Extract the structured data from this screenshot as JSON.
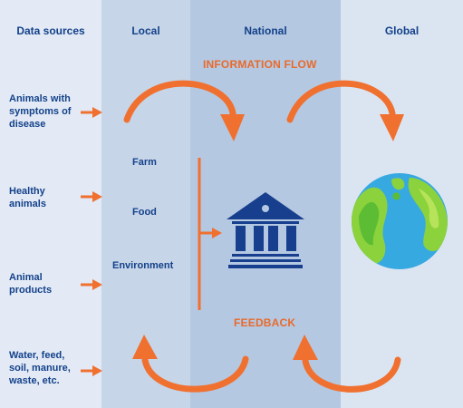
{
  "columns": {
    "sources": "Data sources",
    "local": "Local",
    "national": "National",
    "global": "Global"
  },
  "sources": [
    "Animals with symptoms of disease",
    "Healthy animals",
    "Animal products",
    "Water, feed, soil, manure, waste, etc."
  ],
  "local_items": [
    "Farm",
    "Food",
    "Environment"
  ],
  "information_flow_label": "INFORMATION FLOW",
  "feedback_label": "FEEDBACK",
  "icons": {
    "national": "government-building-icon",
    "global": "globe-icon"
  },
  "colors": {
    "arrow": "#f07030",
    "text": "#13418a",
    "building": "#173f8e",
    "ocean": "#37a9e1",
    "land": "#8bd23c"
  }
}
